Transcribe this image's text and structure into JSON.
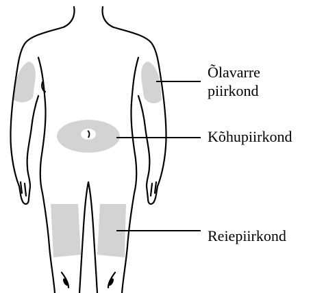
{
  "labels": {
    "upper_arm": [
      "Õlavarre",
      "piirkond"
    ],
    "abdomen": "Kõhupiirkond",
    "thigh": "Reiepiirkond"
  },
  "colors": {
    "outline": "#000000",
    "injection_zone": "#d3d3d3",
    "background": "#ffffff"
  }
}
